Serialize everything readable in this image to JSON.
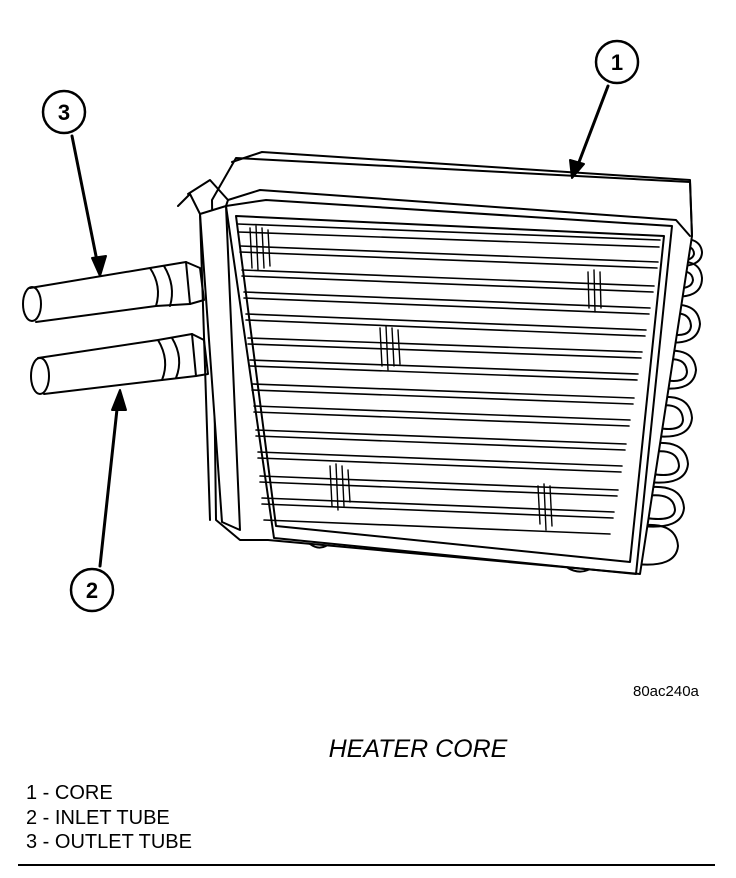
{
  "figure": {
    "id_code": "80ac240a",
    "caption": "HEATER CORE"
  },
  "callouts": [
    {
      "number": "1",
      "target": "core"
    },
    {
      "number": "2",
      "target": "inlet-tube"
    },
    {
      "number": "3",
      "target": "outlet-tube"
    }
  ],
  "legend": [
    {
      "text": "1 - CORE"
    },
    {
      "text": "2 - INLET TUBE"
    },
    {
      "text": "3 - OUTLET TUBE"
    }
  ],
  "colors": {
    "ink": "#000000",
    "paper": "#ffffff"
  }
}
